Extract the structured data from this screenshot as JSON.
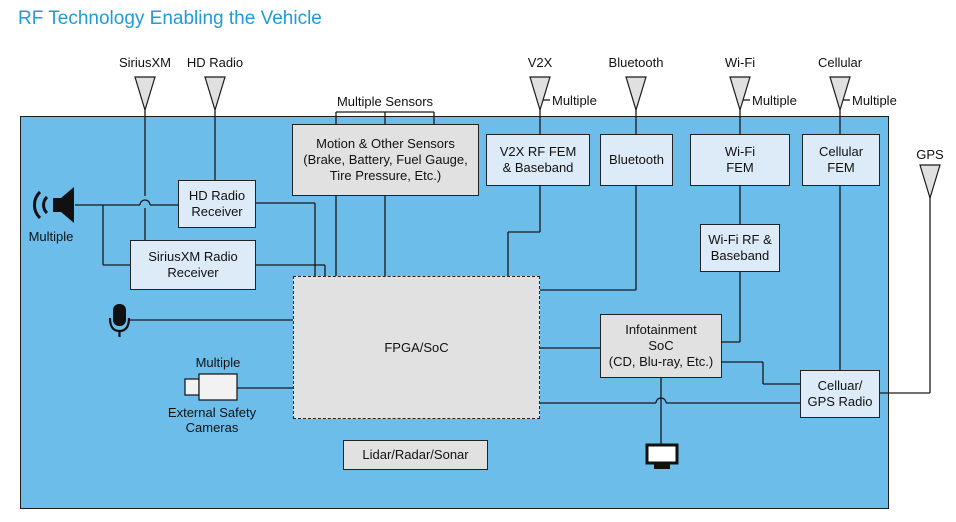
{
  "title": "RF Technology Enabling the Vehicle",
  "antennas": {
    "siriusxm": "SiriusXM",
    "hd_radio": "HD Radio",
    "v2x": "V2X",
    "bluetooth": "Bluetooth",
    "wifi": "Wi-Fi",
    "cellular": "Cellular",
    "gps": "GPS",
    "multiple": "Multiple"
  },
  "sensors_label": "Multiple Sensors",
  "boxes": {
    "motion": [
      "Motion & Other Sensors",
      "(Brake, Battery, Fuel Gauge,",
      "Tire Pressure, Etc.)"
    ],
    "v2x_fem": [
      "V2X RF FEM",
      "& Baseband"
    ],
    "bluetooth": [
      "Bluetooth"
    ],
    "wifi_fem": [
      "Wi-Fi",
      "FEM"
    ],
    "cellular_fem": [
      "Cellular",
      "FEM"
    ],
    "hd_receiver": [
      "HD Radio",
      "Receiver"
    ],
    "sxm_receiver": [
      "SiriusXM Radio",
      "Receiver"
    ],
    "wifi_baseband": [
      "Wi-Fi RF &",
      "Baseband"
    ],
    "fpga": [
      "FPGA/SoC"
    ],
    "infotainment": [
      "Infotainment",
      "SoC",
      "(CD, Blu-ray, Etc.)"
    ],
    "cellular_gps": [
      "Celluar/",
      "GPS Radio"
    ],
    "lidar": [
      "Lidar/Radar/Sonar"
    ]
  },
  "speaker_label": "Multiple",
  "camera": {
    "multiple": "Multiple",
    "label": [
      "External Safety",
      "Cameras"
    ]
  },
  "colors": {
    "title": "#1f9bd6",
    "board": "#6cbdea",
    "box_light": "#dcebf7",
    "box_grey": "#e1e1e1",
    "line": "#1a1a1a"
  },
  "icons": [
    "speaker-icon",
    "microphone-icon",
    "camera-icon",
    "monitor-icon",
    "antenna-icon"
  ]
}
